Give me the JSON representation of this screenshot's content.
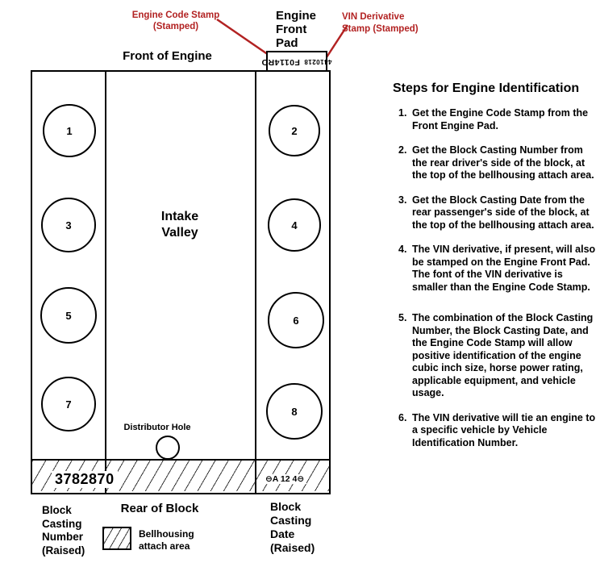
{
  "colors": {
    "annotation_red": "#b22222",
    "line_black": "#000000",
    "background": "#ffffff"
  },
  "annotations": {
    "engine_code_stamp": "Engine Code Stamp\n(Stamped)",
    "engine_front_pad": "Engine\nFront\nPad",
    "vin_derivative_stamp": "VIN Derivative\nStamp  (Stamped)"
  },
  "diagram": {
    "front_of_engine": "Front of Engine",
    "pad_stamp": {
      "vin_derivative": "4410218",
      "engine_code": "F0114RD",
      "orientation": "rotated-180"
    },
    "cylinders": [
      "1",
      "2",
      "3",
      "4",
      "5",
      "6",
      "7",
      "8"
    ],
    "intake_valley": "Intake\nValley",
    "distributor_hole": "Distributor Hole",
    "block_casting_number": "3782870",
    "block_casting_date": "⊖A 12 4⊖",
    "labels": {
      "block_casting_number": "Block\nCasting\nNumber\n(Raised)",
      "rear_of_block": "Rear of Block",
      "bellhousing": "Bellhousing\nattach area",
      "block_casting_date": "Block\nCasting\nDate\n(Raised)"
    }
  },
  "steps": {
    "title": "Steps for Engine Identification",
    "items": [
      {
        "num": "1.",
        "text": "Get the Engine Code Stamp from the Front Engine Pad."
      },
      {
        "num": "2.",
        "text": "Get the Block Casting Number from the rear driver's side of the block, at the top of the bellhousing attach area."
      },
      {
        "num": "3.",
        "text": "Get the Block Casting Date from the rear passenger's side of the block, at the top of the bellhousing attach area."
      },
      {
        "num": "4.",
        "text": "The VIN derivative, if present, will also be stamped on the Engine Front Pad.  The font of the VIN derivative is smaller than the Engine Code Stamp."
      },
      {
        "num": "5.",
        "text": "The combination of the Block Casting Number, the Block Casting Date, and the Engine Code Stamp will allow positive identification of the engine cubic inch size, horse power rating, applicable equipment, and vehicle usage."
      },
      {
        "num": "6.",
        "text": "The VIN derivative will tie an engine to a specific vehicle by Vehicle Identification Number."
      }
    ]
  }
}
